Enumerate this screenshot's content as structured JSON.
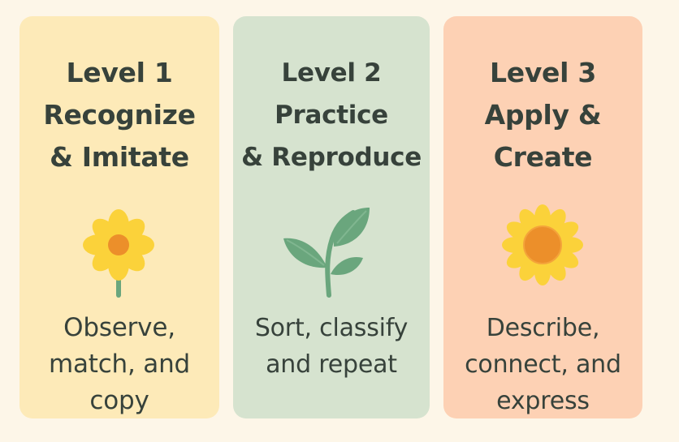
{
  "levels": [
    {
      "title_lines": [
        "Level 1",
        "Recognize",
        "& Imitate"
      ],
      "icon": "yellow-flower-icon",
      "description_lines": [
        "Observe,",
        "match, and",
        "copy"
      ]
    },
    {
      "title_lines": [
        "Level 2",
        "Practice",
        "& Reproduce"
      ],
      "icon": "sprout-icon",
      "description_lines": [
        "Sort, classify",
        "and repeat"
      ]
    },
    {
      "title_lines": [
        "Level 3",
        "Apply &",
        "Create"
      ],
      "icon": "sunflower-icon",
      "description_lines": [
        "Describe,",
        "connect, and",
        "express"
      ]
    }
  ],
  "colors": {
    "background": "#fdf6e8",
    "card_1": "#fdeab8",
    "card_2": "#d6e3cf",
    "card_3": "#fdd1b4",
    "text": "#37423b",
    "petal_yellow": "#fbd23a",
    "flower_center": "#ec8f2a",
    "leaf_green": "#6aa67d"
  }
}
